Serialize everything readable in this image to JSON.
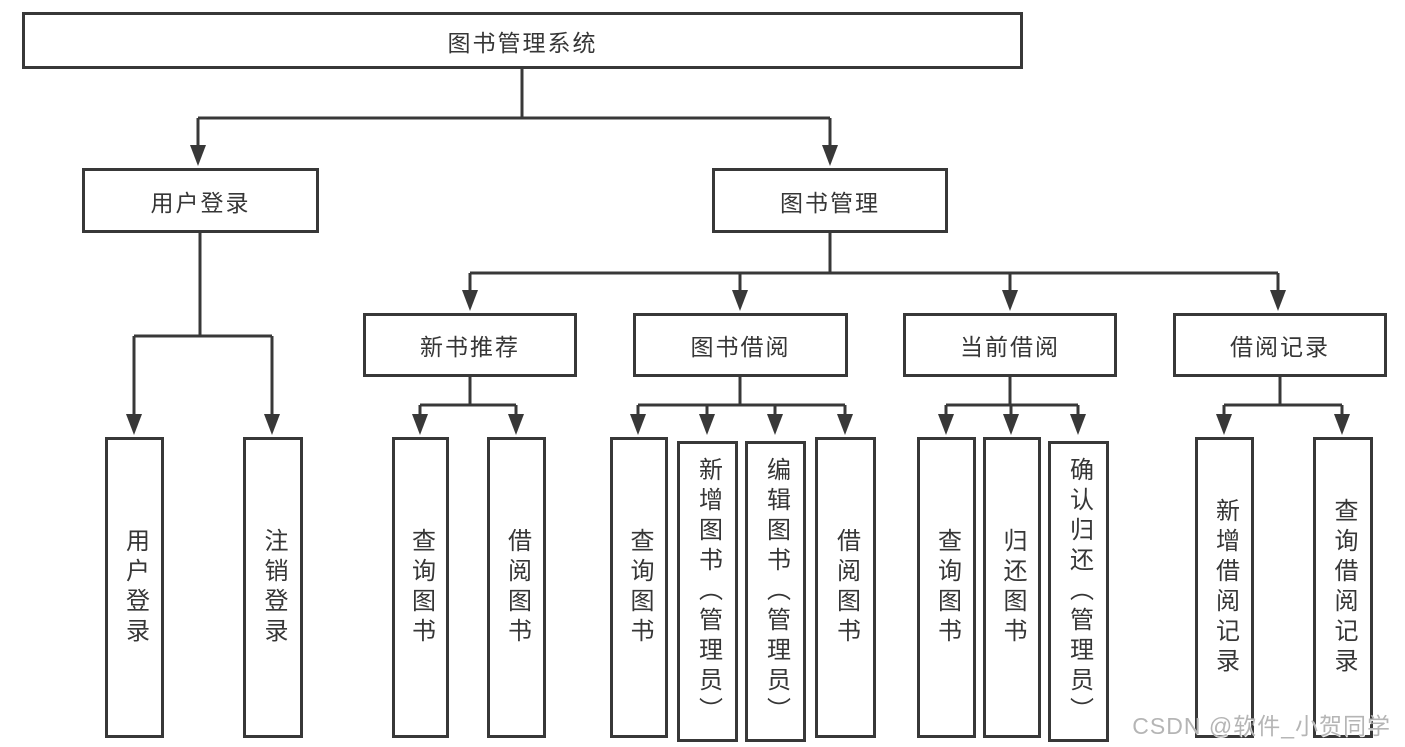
{
  "diagram": {
    "type": "tree",
    "root": {
      "label": "图书管理系统"
    },
    "branches": [
      {
        "label": "用户登录",
        "children": [
          {
            "label": "用户登录"
          },
          {
            "label": "注销登录"
          }
        ]
      },
      {
        "label": "图书管理",
        "children": [
          {
            "label": "新书推荐",
            "children": [
              {
                "label": "查询图书"
              },
              {
                "label": "借阅图书"
              }
            ]
          },
          {
            "label": "图书借阅",
            "children": [
              {
                "label": "查询图书"
              },
              {
                "label": "新增图书（管理员）"
              },
              {
                "label": "编辑图书（管理员）"
              },
              {
                "label": "借阅图书"
              }
            ]
          },
          {
            "label": "当前借阅",
            "children": [
              {
                "label": "查询图书"
              },
              {
                "label": "归还图书"
              },
              {
                "label": "确认归还（管理员）"
              }
            ]
          },
          {
            "label": "借阅记录",
            "children": [
              {
                "label": "新增借阅记录"
              },
              {
                "label": "查询借阅记录"
              }
            ]
          }
        ]
      }
    ]
  },
  "watermark": {
    "text": "CSDN @软件_小贺同学"
  },
  "colors": {
    "line": "#383838",
    "text": "#363636",
    "watermark": "#b5b5b5",
    "background": "#ffffff"
  }
}
